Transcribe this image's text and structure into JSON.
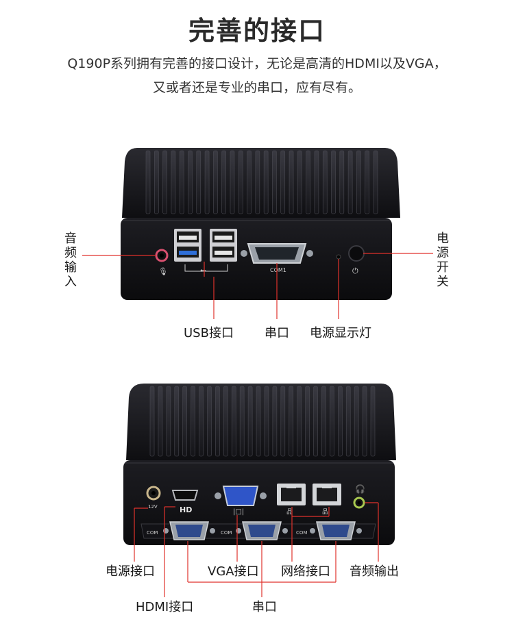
{
  "title": "完善的接口",
  "subtitle_line1": "Q190P系列拥有完善的接口设计，无论是高清的HDMI以及VGA，",
  "subtitle_line2": "又或者还是专业的串口，应有尽有。",
  "front_panel": {
    "label_audio_in": "音频输入",
    "label_power_switch": "电源开关",
    "label_usb": "USB接口",
    "label_serial": "串口",
    "label_power_led": "电源显示灯",
    "port_com_text": "COM1",
    "usb_symbol_text": "⭠"
  },
  "rear_panel": {
    "label_power": "电源接口",
    "label_vga": "VGA接口",
    "label_network": "网络接口",
    "label_audio_out": "音频输出",
    "label_hdmi": "HDMI接口",
    "label_serial": "串口",
    "port_hd_text": "HD",
    "port_12v_text": "12V",
    "port_com_text": "COM"
  },
  "colors": {
    "leader_line": "#e0322c",
    "case": "#16161a",
    "fin": "#2b2b31"
  }
}
